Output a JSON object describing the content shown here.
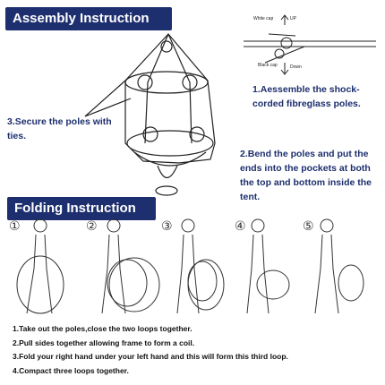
{
  "assembly": {
    "title": "Assembly Instruction",
    "step1": "1.Aessemble the shock-corded fibreglass poles.",
    "step2": "2.Bend the poles and put the ends into the pockets at both the top and bottom inside the tent.",
    "step3": "3.Secure the poles with ties.",
    "white_cap": "White cap",
    "up": "UP",
    "black_cap": "Black cap",
    "down": "Down"
  },
  "folding": {
    "title": "Folding Instruction",
    "numbers": [
      "①",
      "②",
      "③",
      "④",
      "⑤"
    ],
    "steps": [
      "1.Take out the poles,close the two loops together.",
      "2.Pull sides together allowing frame to form a coil.",
      "3.Fold your right hand under your left hand and this will form this third loop.",
      "4.Compact three loops together."
    ]
  }
}
